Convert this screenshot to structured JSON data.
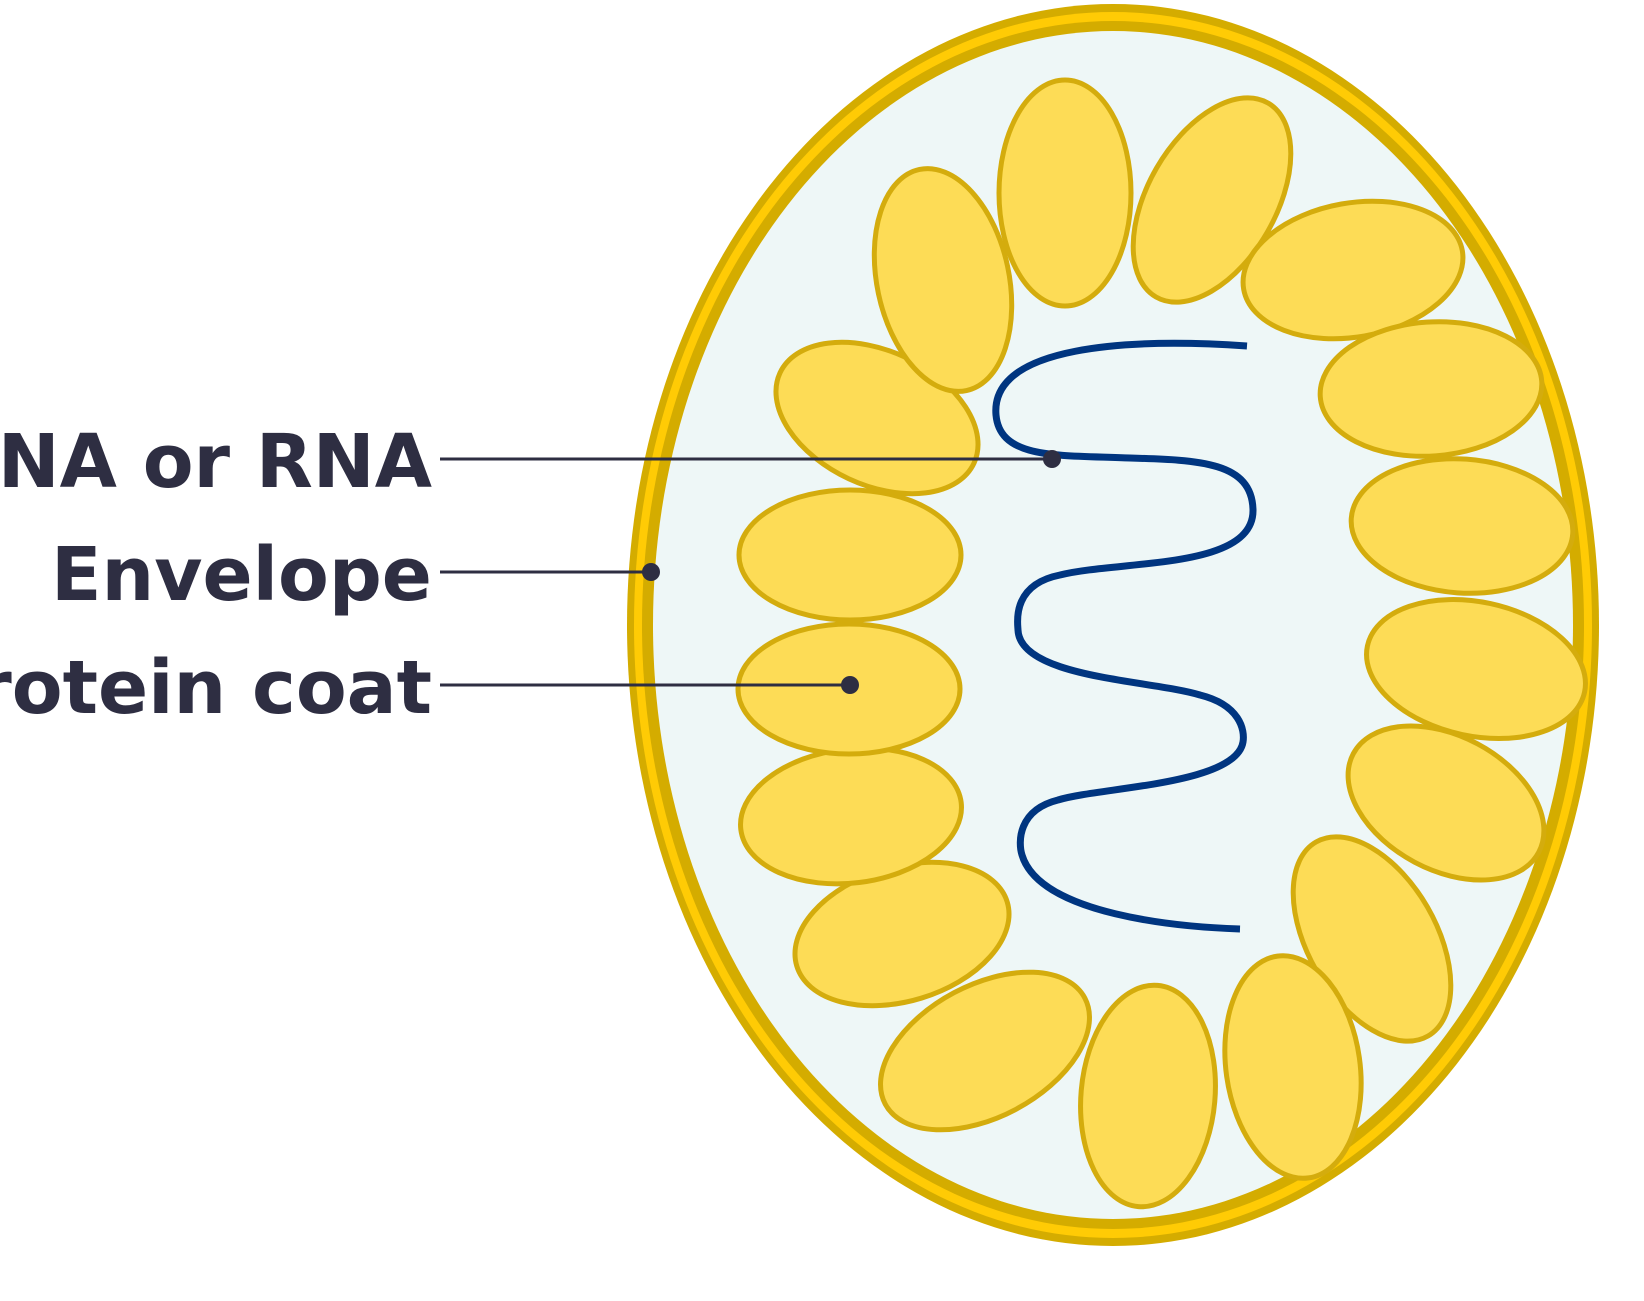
{
  "diagram": {
    "title": "Virus structure",
    "labels": {
      "nucleic_acid": "DNA or RNA",
      "envelope": "Envelope",
      "protein_coat": "Protein coat"
    }
  },
  "colors": {
    "envelope_outer": "#D4AC00",
    "envelope_inner": "#FFCB05",
    "interior": "#EEF7F7",
    "capsomere_fill": "#FDDC56",
    "capsomere_stroke": "#D4AC0D",
    "genome_strand": "#003580",
    "label_text": "#2E2E42",
    "leader_line": "#2E2E42"
  }
}
